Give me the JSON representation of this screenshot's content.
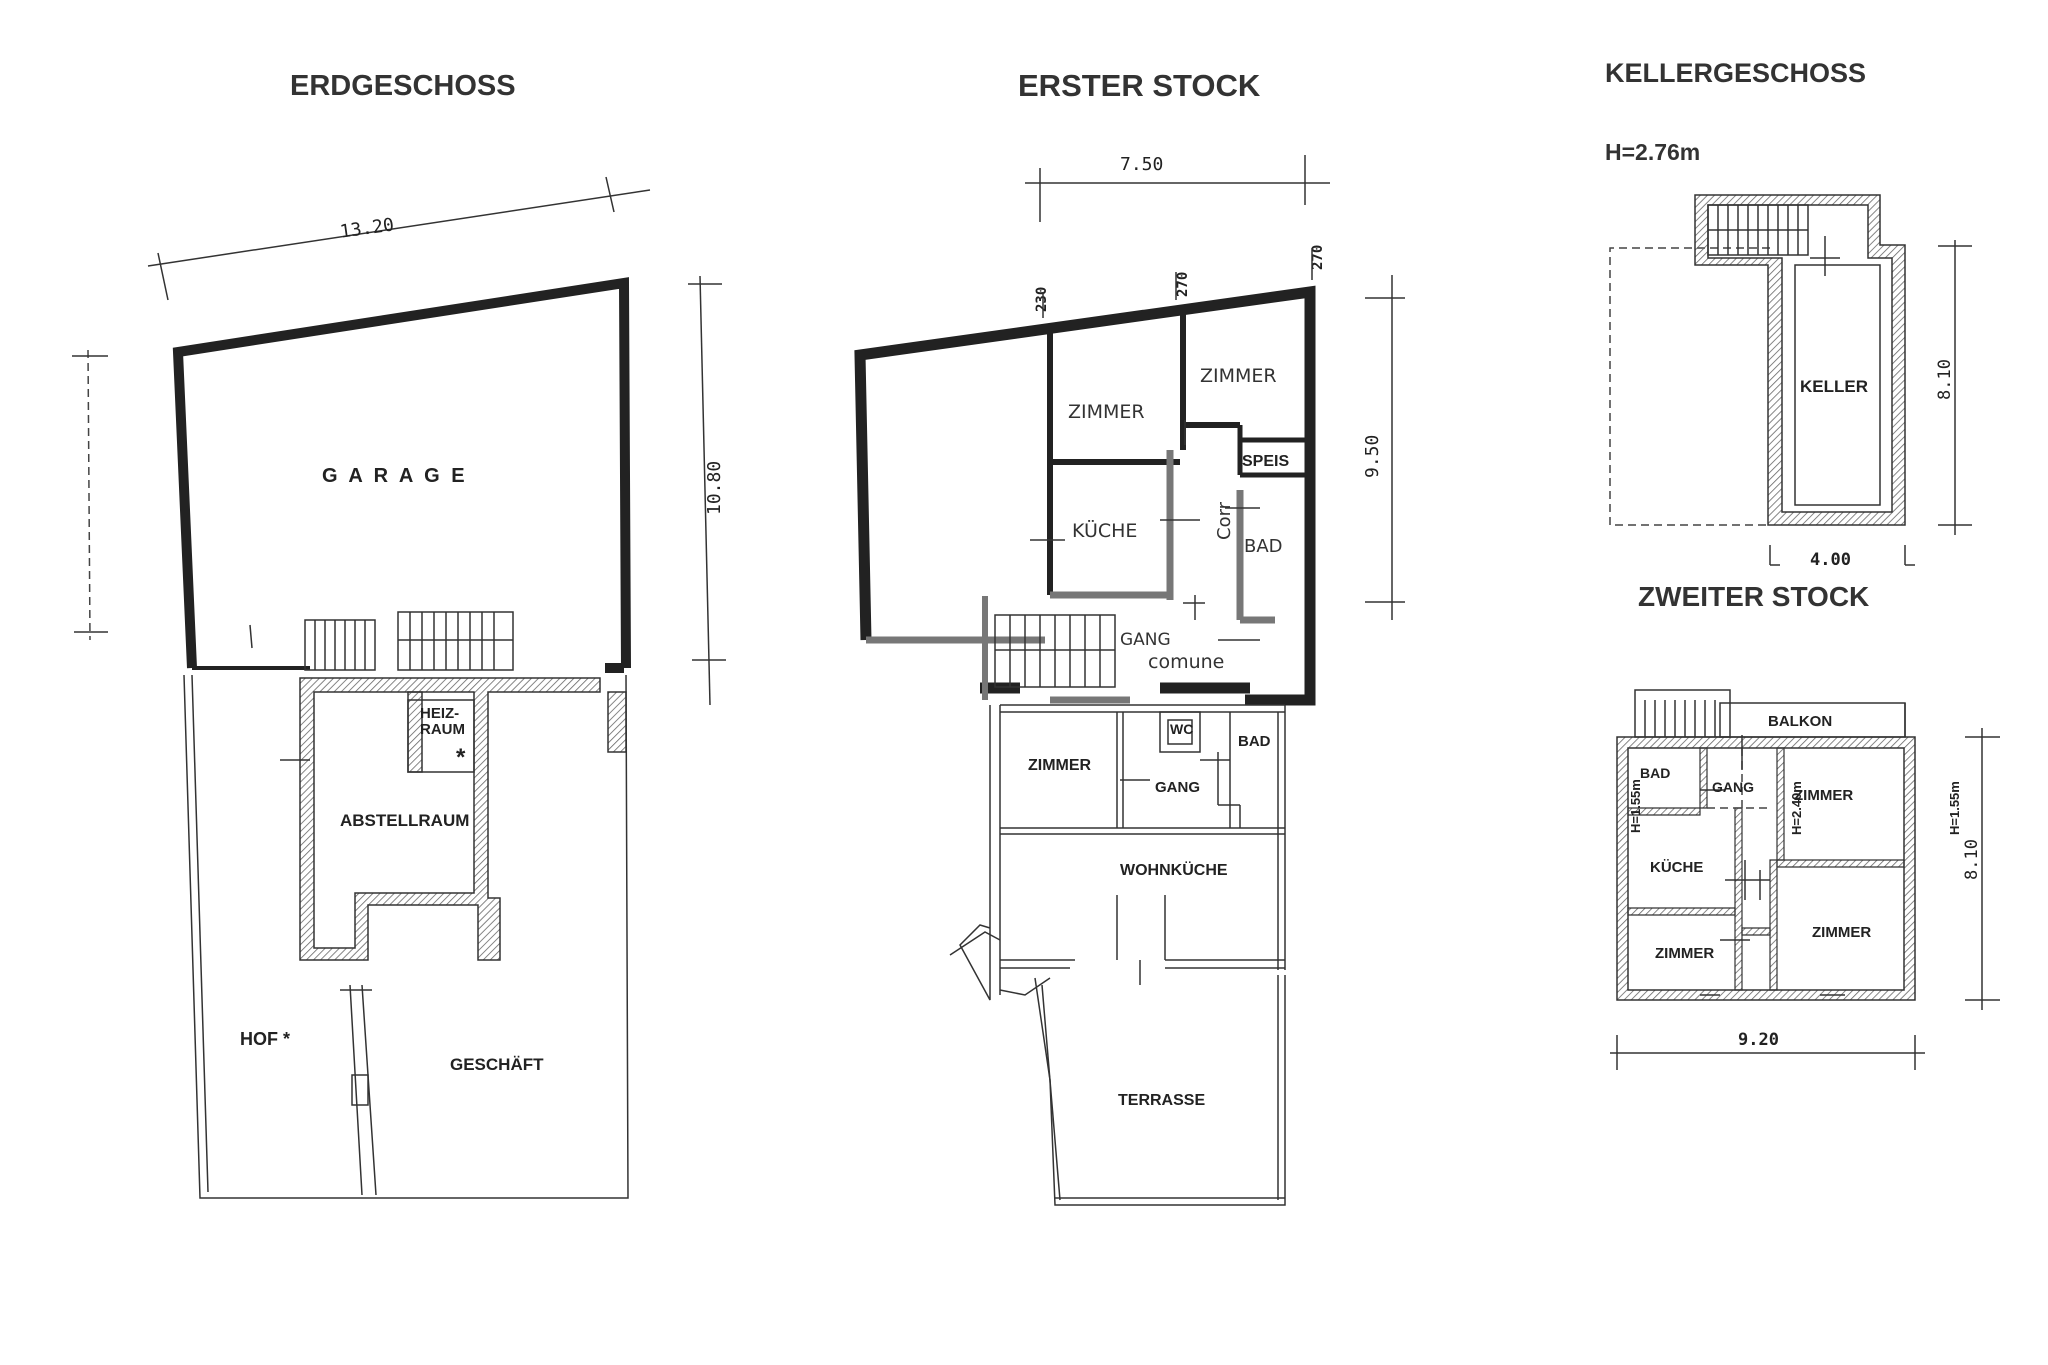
{
  "titles": {
    "erdgeschoss": "ERDGESCHOSS",
    "erster_stock": "ERSTER STOCK",
    "kellergeschoss": "KELLERGESCHOSS",
    "keller_height": "H=2.76m",
    "zweiter_stock": "ZWEITER STOCK"
  },
  "erdgeschoss": {
    "dim_width": "13.20",
    "dim_depth": "10.80",
    "rooms": {
      "garage": "G A R A G E",
      "heizraum_1": "HEIZ-",
      "heizraum_2": "RAUM",
      "heizraum_mark": "*",
      "abstellraum": "ABSTELLRAUM",
      "hof": "HOF *",
      "geschaeft": "GESCHÄFT"
    }
  },
  "erster_stock": {
    "dim_width": "7.50",
    "dim_depth": "9.50",
    "heights": [
      "230",
      "270",
      "270"
    ],
    "rooms": {
      "zimmer_1": "ZIMMER",
      "zimmer_2": "ZIMMER",
      "speis": "SPEIS",
      "kueche": "KÜCHE",
      "corr": "Corr",
      "bad_1": "BAD",
      "gang_comune_1": "GANG",
      "gang_comune_2": "comune",
      "zimmer_3": "ZIMMER",
      "wc": "WC",
      "bad_2": "BAD",
      "gang": "GANG",
      "wohnkueche": "WOHNKÜCHE",
      "terrasse": "TERRASSE"
    }
  },
  "kellergeschoss": {
    "dim_width": "4.00",
    "dim_depth": "8.10",
    "rooms": {
      "keller": "KELLER"
    }
  },
  "zweiter_stock": {
    "dim_width": "9.20",
    "dim_depth": "8.10",
    "height_left": "H=1.55m",
    "height_mid": "H=2.40m",
    "height_right": "H=1.55m",
    "rooms": {
      "balkon": "BALKON",
      "bad": "BAD",
      "gang": "GANG",
      "zimmer_1": "ZIMMER",
      "kueche": "KÜCHE",
      "zimmer_2": "ZIMMER",
      "zimmer_3": "ZIMMER"
    }
  }
}
